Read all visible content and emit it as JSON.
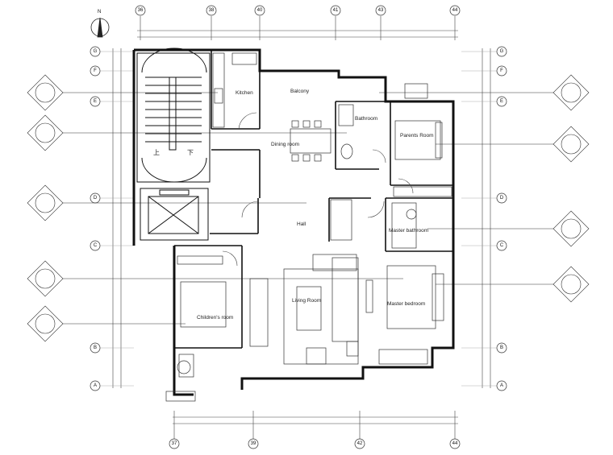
{
  "north_label": "N",
  "top_axes": [
    "36",
    "38",
    "40",
    "41",
    "43",
    "44"
  ],
  "bottom_axes": [
    "37",
    "39",
    "42",
    "44"
  ],
  "left_axes": [
    "G",
    "F",
    "E",
    "D",
    "C",
    "B",
    "A"
  ],
  "right_axes": [
    "G",
    "F",
    "E",
    "D",
    "C",
    "B",
    "A"
  ],
  "rooms": {
    "kitchen": "Kitchen",
    "balcony": "Balcony",
    "bathroom": "Bathroom",
    "parents_room": "Parents Room",
    "dining_room": "Dining room",
    "hall": "Hall",
    "master_bathroom": "Master bathroom",
    "living_room": "Living Room",
    "master_bedroom": "Master bedroom",
    "childrens_room": "Children's room"
  },
  "stair_labels": {
    "up": "上",
    "down": "下"
  }
}
